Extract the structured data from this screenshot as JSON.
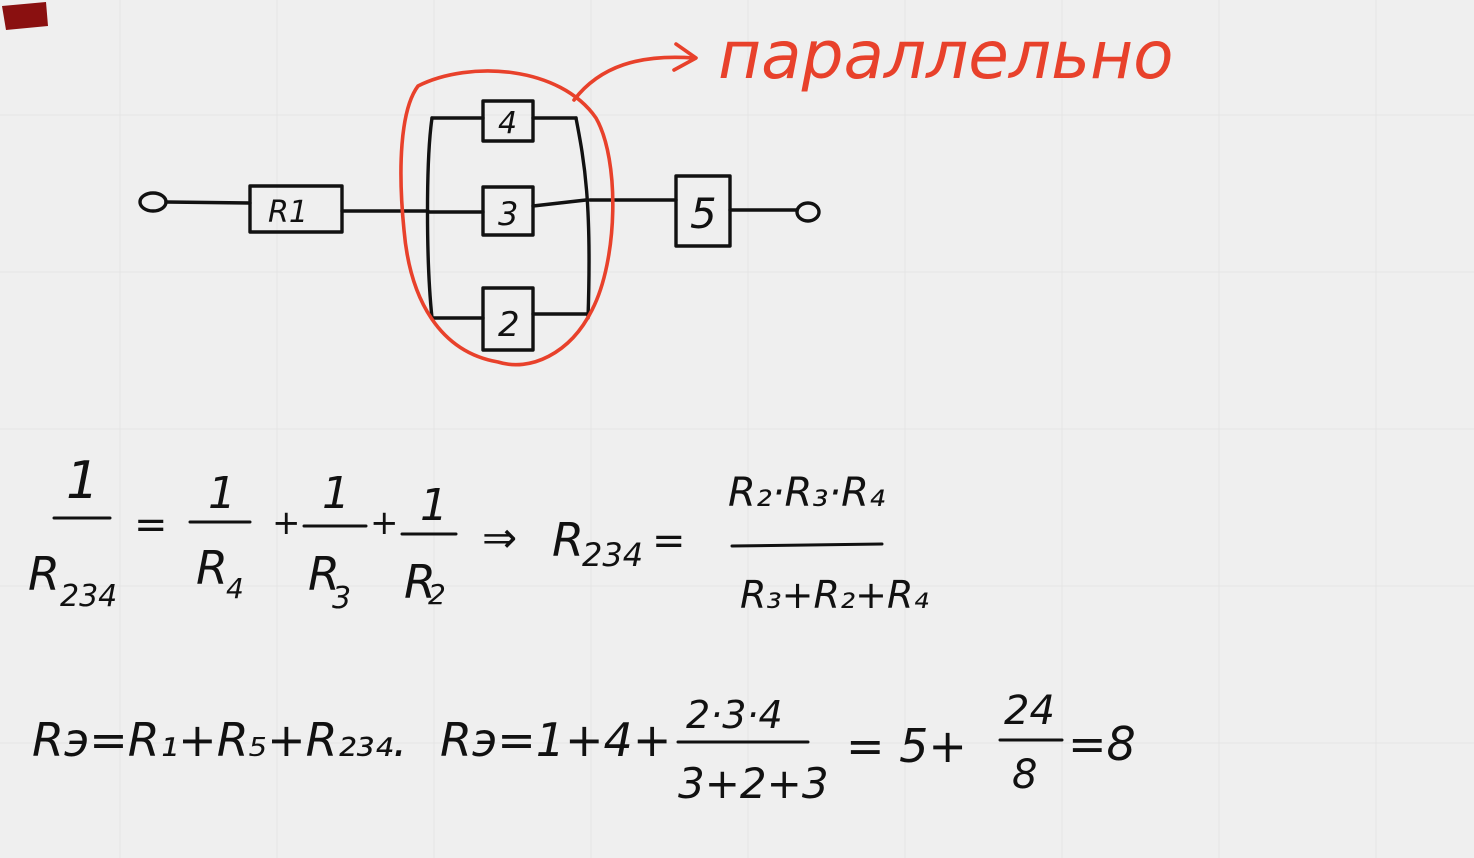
{
  "colors": {
    "ink": "#111111",
    "highlight": "#e8412b",
    "background": "#efefef"
  },
  "annotation": {
    "text": "параллельно"
  },
  "circuit": {
    "r1_label": "R1",
    "r4_label": "4",
    "r3_label": "3",
    "r2_label": "2",
    "r5_label": "5"
  },
  "equation1": {
    "lhs_num": "1",
    "lhs_den_main": "R",
    "lhs_den_sub": "234",
    "eq": "=",
    "t1_num": "1",
    "t1_den": "R",
    "t1_sub": "4",
    "plus1": "+",
    "t2_num": "1",
    "t2_den": "R",
    "t2_sub": "3",
    "plus2": "+",
    "t3_num": "1",
    "t3_den": "R",
    "t3_sub": "2",
    "implies": "⇒",
    "rhs_lhs": "R",
    "rhs_lhs_sub": "234",
    "rhs_eq": "=",
    "rhs_num": "R₂·R₃·R₄",
    "rhs_den": "R₃+R₂+R₄"
  },
  "equation2": {
    "part1": "Rэ=R₁+R₅+R₂₃₄.",
    "part2": "Rэ=1+4+",
    "frac1_num": "2·3·4",
    "frac1_den": "3+2+3",
    "part3": "= 5+",
    "frac2_num": "24",
    "frac2_den": "8",
    "part4": "=8"
  }
}
